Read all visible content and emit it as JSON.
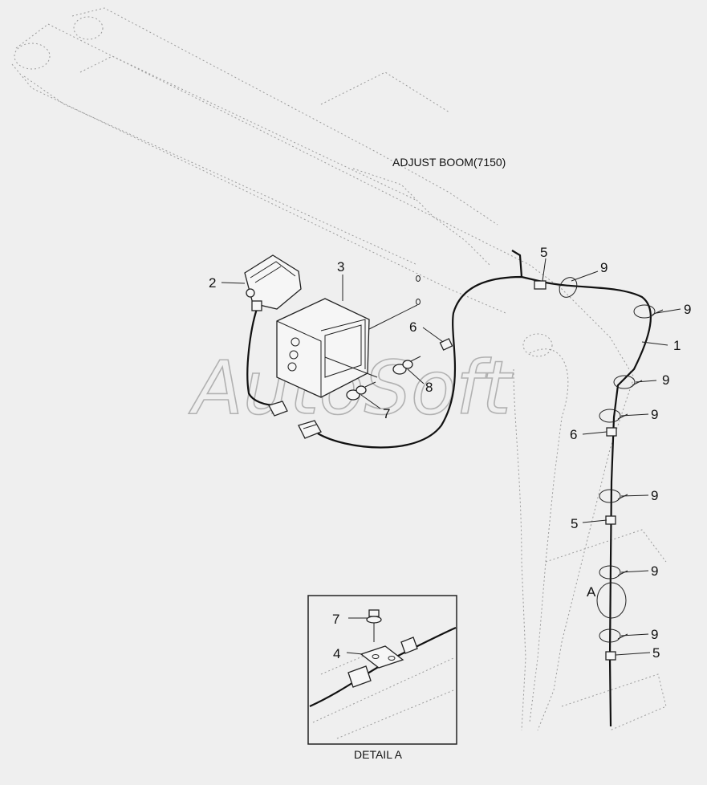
{
  "diagram_title": "ADJUST BOOM(7150)",
  "watermark": "AutoSoft",
  "detail_caption": "DETAIL  A",
  "detail_marker": "A",
  "callouts": {
    "c1": "1",
    "c2": "2",
    "c3": "3",
    "c5a": "5",
    "c5b": "5",
    "c5c": "5",
    "c6a": "6",
    "c6b": "6",
    "c7a": "7",
    "c8": "8",
    "c9a": "9",
    "c9b": "9",
    "c9c": "9",
    "c9d": "9",
    "c9e": "9",
    "c9f": "9",
    "c9g": "9",
    "d7": "7",
    "d4": "4"
  },
  "colors": {
    "background": "#efefef",
    "ink": "#111111",
    "ghost": "#9a9a9a"
  }
}
